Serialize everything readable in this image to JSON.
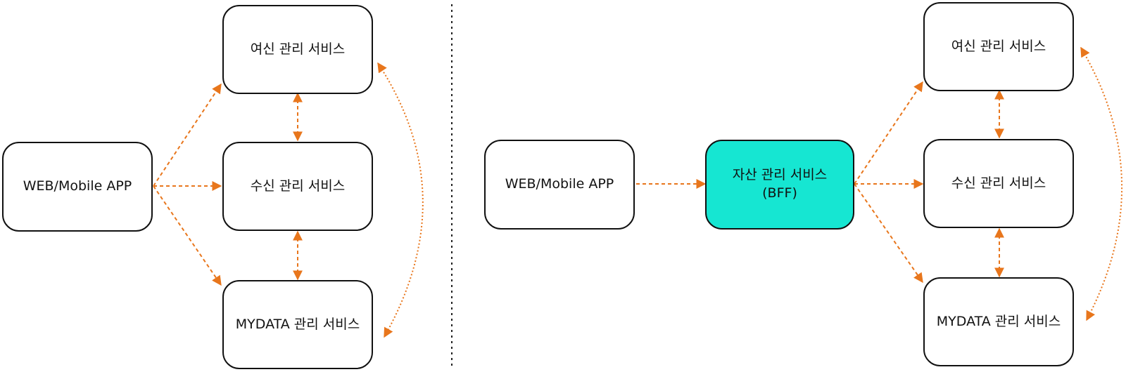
{
  "colors": {
    "connector": "#e8761c",
    "box_border": "#111111",
    "bff_fill": "#16e6d2",
    "divider": "#222222"
  },
  "left_diagram": {
    "client": "WEB/Mobile APP",
    "credit_service": "여신 관리 서비스",
    "deposit_service": "수신 관리 서비스",
    "mydata_service": "MYDATA 관리 서비스"
  },
  "right_diagram": {
    "client": "WEB/Mobile APP",
    "bff_service": {
      "line1": "자산 관리 서비스",
      "line2": "(BFF)"
    },
    "credit_service": "여신 관리 서비스",
    "deposit_service": "수신 관리 서비스",
    "mydata_service": "MYDATA 관리 서비스"
  }
}
